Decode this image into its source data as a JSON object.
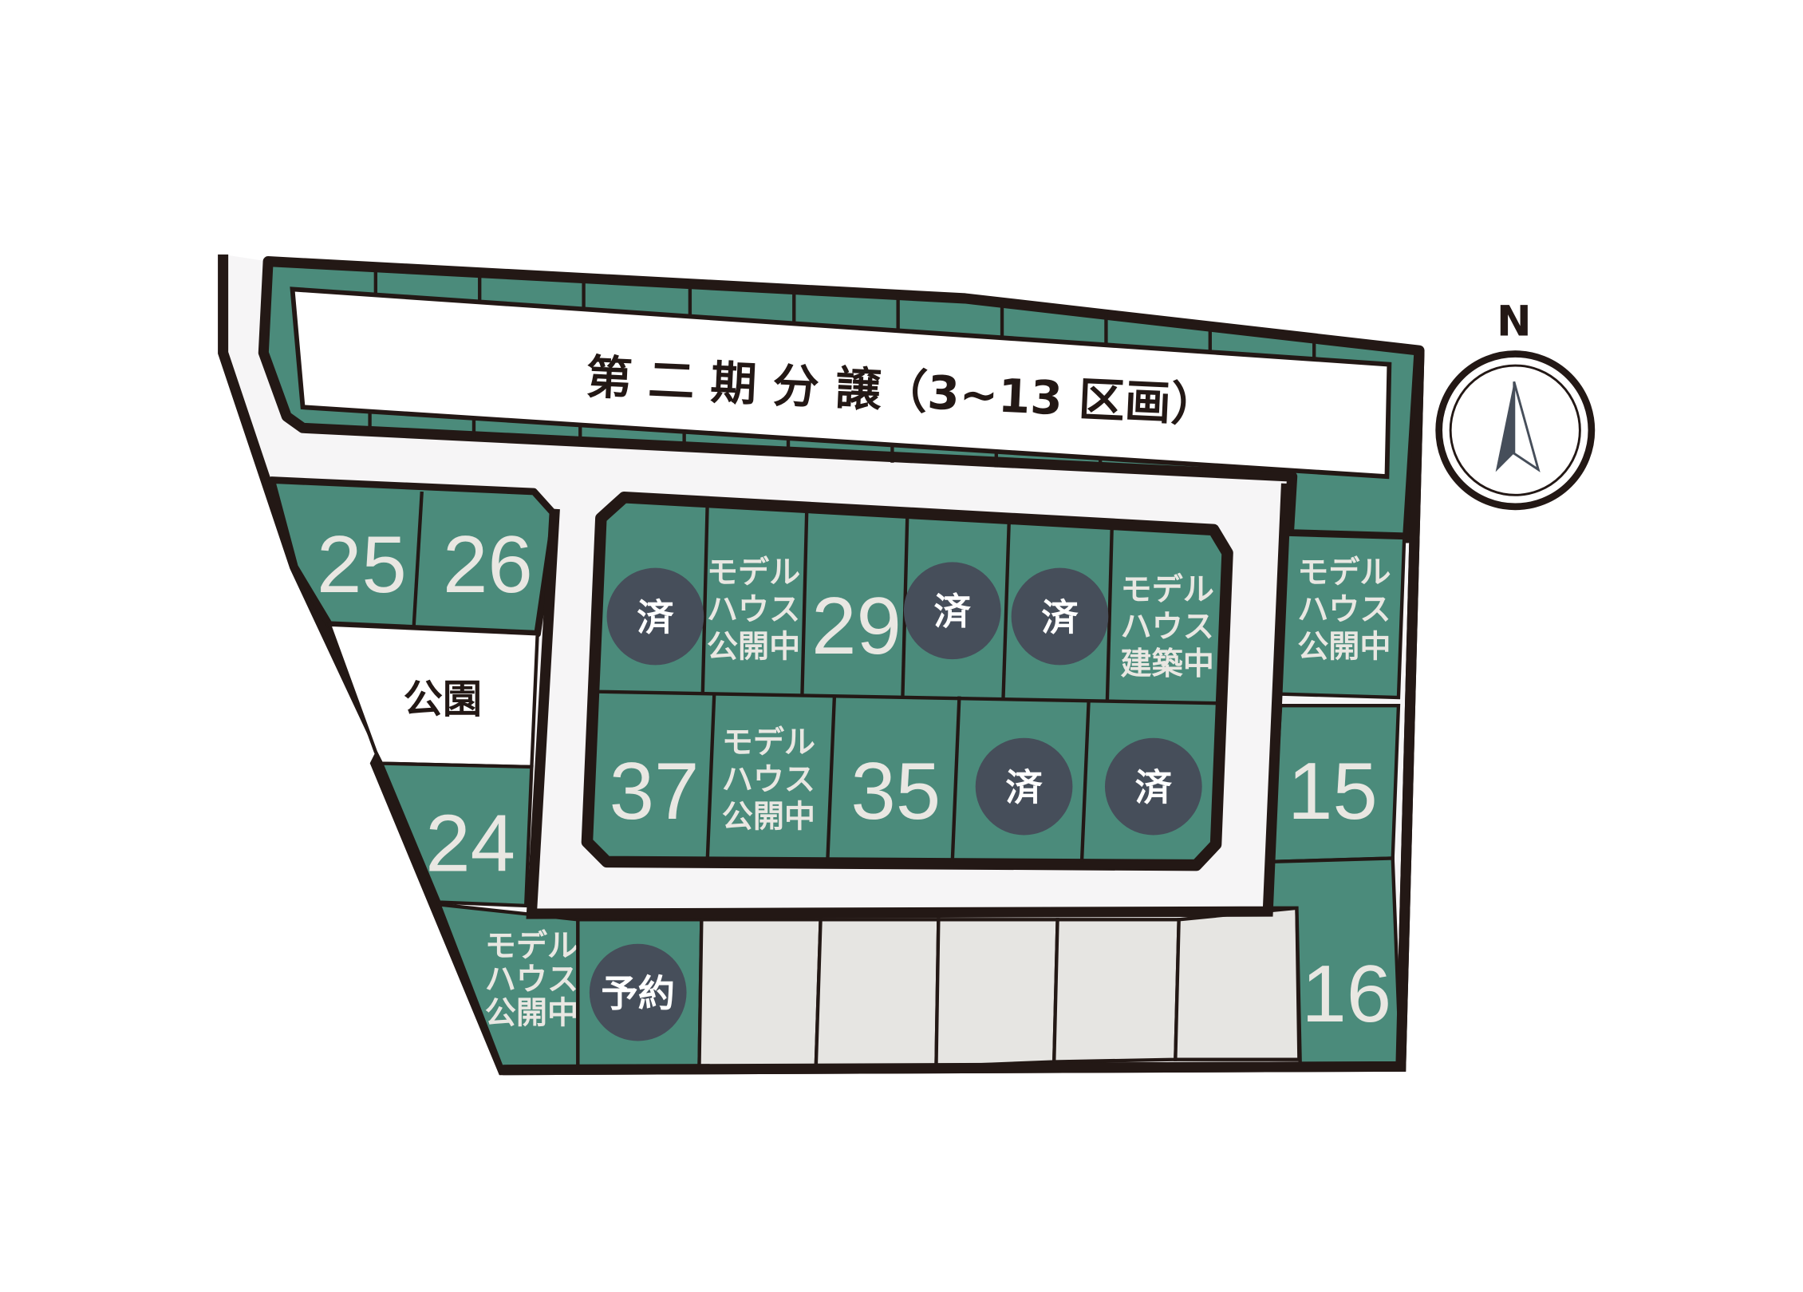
{
  "title": "第 二 期 分 譲（3~13 区画）",
  "compass": {
    "label": "N",
    "icon": "north-arrow-icon"
  },
  "park": "公園",
  "lots": {
    "l25": "25",
    "l26": "26",
    "l29": "29",
    "l37": "37",
    "l35": "35",
    "l24": "24",
    "l15": "15",
    "l16": "16"
  },
  "labels": {
    "model_open": [
      "モデル",
      "ハウス",
      "公開中"
    ],
    "model_building": [
      "モデル",
      "ハウス",
      "建築中"
    ]
  },
  "status": {
    "sold": "済",
    "reserved": "予約"
  },
  "colors": {
    "lot_green": "#4b8b7b",
    "outline": "#231815",
    "road": "#f6f5f6",
    "badge": "#464e5a",
    "future_lot": "#e6e5e2"
  }
}
